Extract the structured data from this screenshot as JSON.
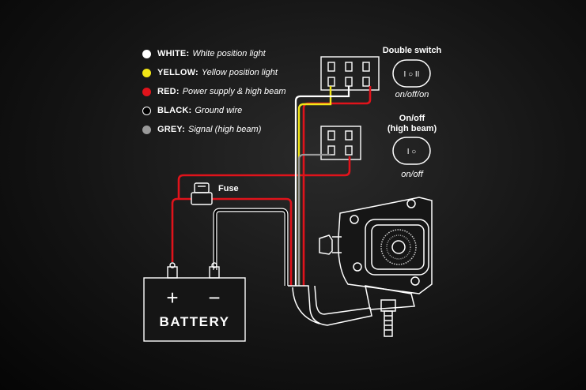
{
  "legend": {
    "items": [
      {
        "key": "WHITE:",
        "desc": "White position light",
        "color": "#ffffff",
        "fill": true
      },
      {
        "key": "YELLOW:",
        "desc": "Yellow position light",
        "color": "#f2e616",
        "fill": true
      },
      {
        "key": "RED:",
        "desc": "Power supply & high beam",
        "color": "#e0131b",
        "fill": true
      },
      {
        "key": "BLACK:",
        "desc": "Ground wire",
        "color": "#000000",
        "fill": false
      },
      {
        "key": "GREY:",
        "desc": "Signal (high beam)",
        "color": "#9a9a9a",
        "fill": true
      }
    ]
  },
  "switches": {
    "double": {
      "title": "Double switch",
      "symbol": "I O II",
      "mode": "on/off/on"
    },
    "onoff": {
      "title_line1": "On/off",
      "title_line2": "(high beam)",
      "symbol": "I O",
      "mode": "on/off"
    }
  },
  "fuse": {
    "label": "Fuse"
  },
  "battery": {
    "label": "BATTERY",
    "plus": "+",
    "minus": "−"
  },
  "colors": {
    "background": "#111111",
    "line": "#ffffff",
    "white_wire": "#ffffff",
    "yellow_wire": "#f2e616",
    "red_wire": "#e0131b",
    "grey_wire": "#9a9a9a"
  }
}
